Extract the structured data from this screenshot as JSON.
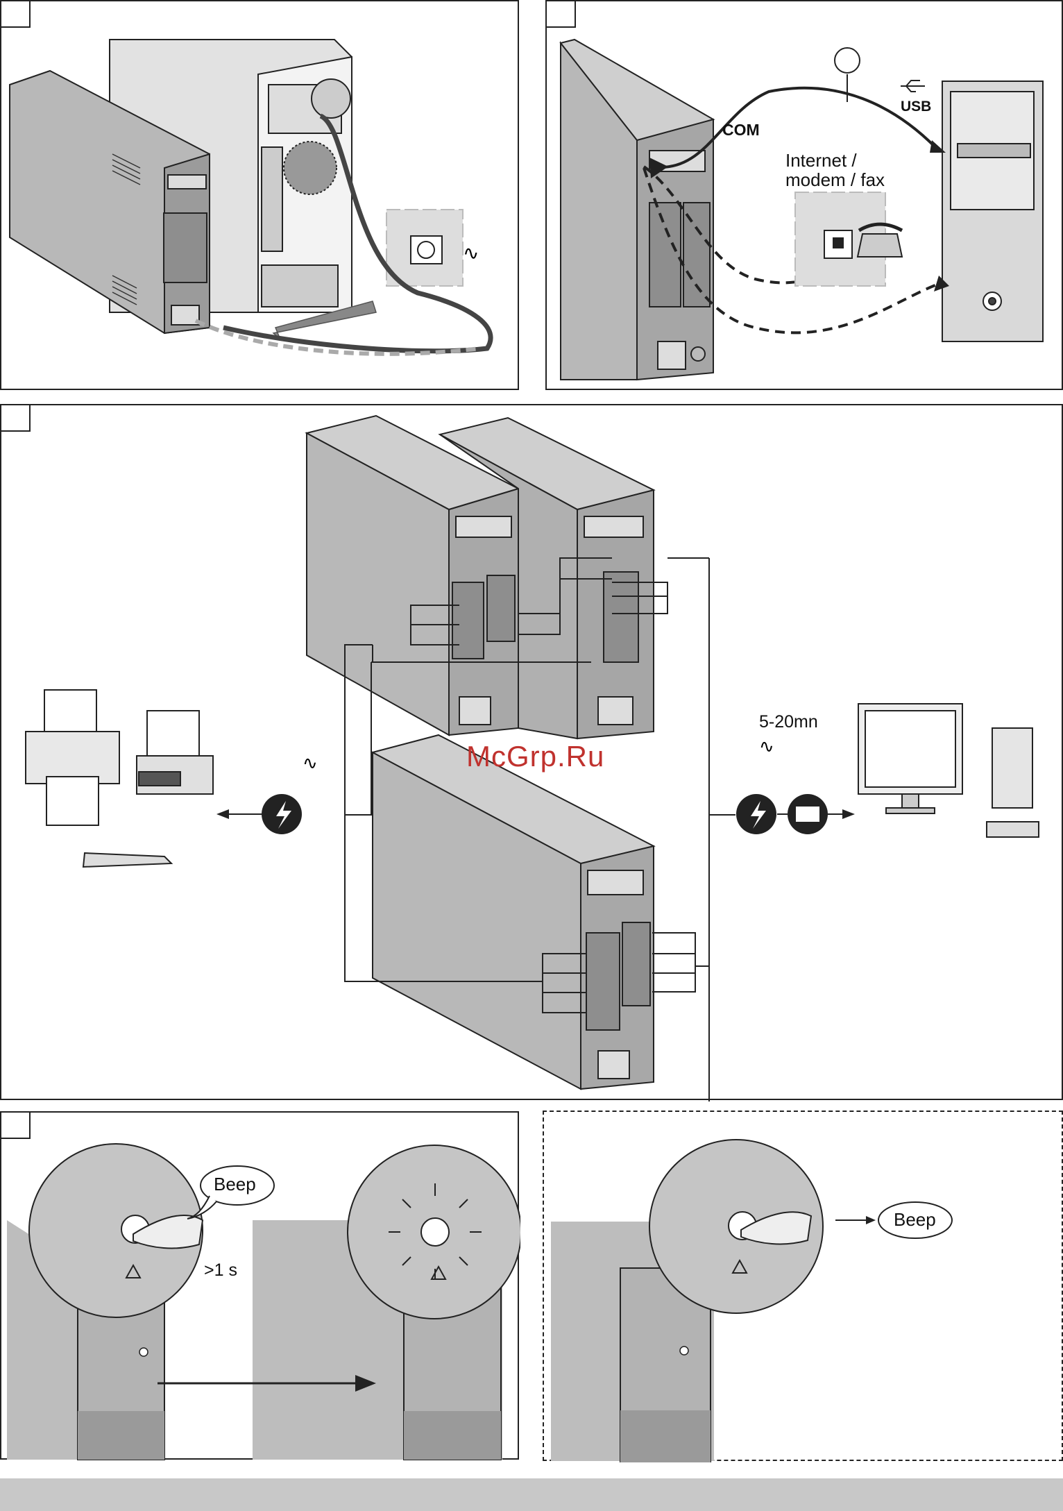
{
  "panel1": {
    "symbols": {
      "ac": "∿"
    }
  },
  "panel2": {
    "com_label": "COM",
    "usb_label": "USB",
    "modem_line1": "Internet /",
    "modem_line2": "modem / fax"
  },
  "panel3": {
    "time_label": "5-20mn",
    "ac_symbol": "∿",
    "watermark": "McGrp.Ru"
  },
  "panel4": {
    "beep": "Beep",
    "press_time": ">1 s"
  },
  "panel5": {
    "beep": "Beep"
  },
  "colors": {
    "ups_body": "#b8b8b8",
    "ups_dark": "#8e8e8e",
    "line": "#222222",
    "watermark": "#c0322e",
    "footer": "#c8c8c8"
  }
}
